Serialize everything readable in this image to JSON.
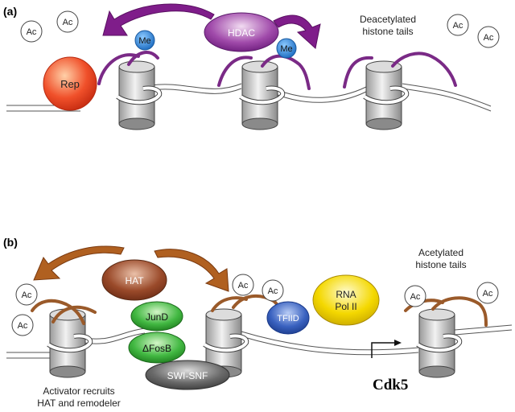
{
  "panel_a": {
    "label": "(a)",
    "rep_label": "Rep",
    "hdac_label": "HDAC",
    "me_label": "Me",
    "ac_label": "Ac",
    "tails_caption": [
      "Deacetylated",
      "histone tails"
    ]
  },
  "panel_b": {
    "label": "(b)",
    "hat_label": "HAT",
    "jund_label": "JunD",
    "fosb_label": "ΔFosB",
    "swi_label": "SWI-SNF",
    "tfiid_label": "TFIID",
    "rna_label": [
      "RNA",
      "Pol II"
    ],
    "ac_label": "Ac",
    "activator_caption": [
      "Activator recruits",
      "HAT and remodeler"
    ],
    "tails_caption": [
      "Acetylated",
      "histone tails"
    ],
    "gene_label": "Cdk5"
  },
  "colors": {
    "tail_a": "#7a2a86",
    "tail_b": "#9a5a2a",
    "hdac_arrow": "#7f1d8a",
    "hat_arrow": "#b06020",
    "me": "#2a8ad8",
    "rep": "#e84a2a",
    "hat": "#8a3a22",
    "green": "#3ab83a",
    "swi": "#555555",
    "tfiid": "#3a62c0",
    "rna": "#f2d400"
  }
}
